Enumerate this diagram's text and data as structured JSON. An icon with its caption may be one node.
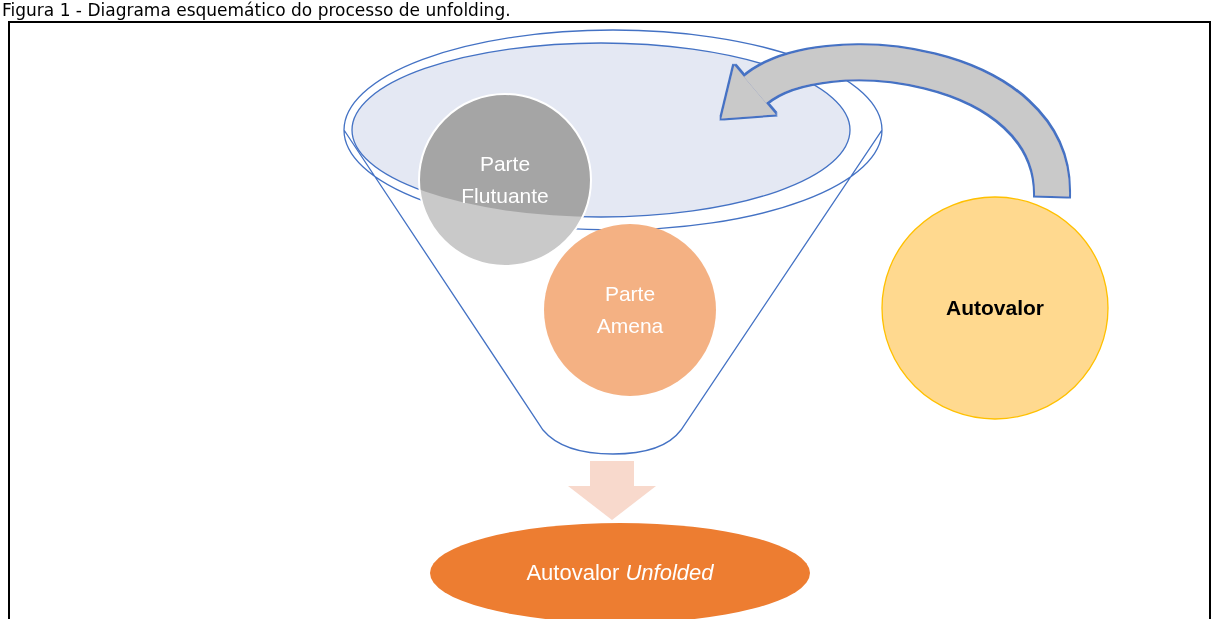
{
  "diagram": {
    "title": "Figura 1 - Diagrama esquemático do processo de unfolding.",
    "nodes": [
      {
        "text": [],
        "shape": "funnel"
      },
      {
        "text": [
          "Parte Flutuante"
        ],
        "in": 0
      },
      {
        "text": [
          "Parte Amena"
        ],
        "in": 0
      },
      {
        "text": [
          "Autovalor"
        ]
      },
      {
        "text": [
          "Autovalor *Unfolded*"
        ]
      }
    ],
    "edges": [
      {
        "from": 3,
        "to": 0,
        "arrow": "to",
        "color": "#c9c9c9"
      },
      {
        "from": 0,
        "to": 4,
        "arrow": "to",
        "color": "#f8d9cc"
      }
    ]
  }
}
